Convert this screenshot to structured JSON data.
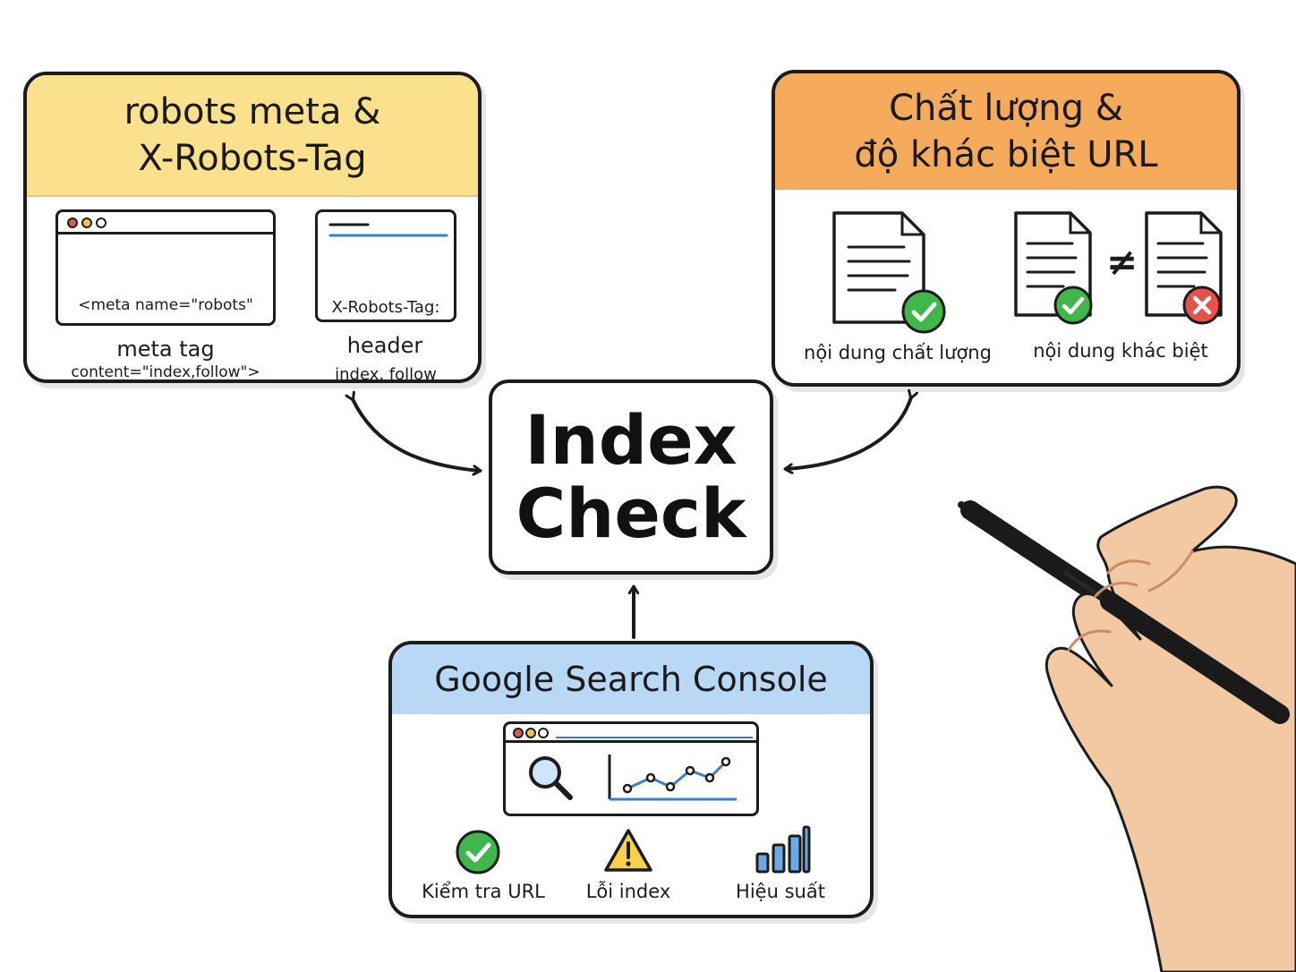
{
  "boxes": {
    "robots": {
      "title_line1": "robots meta &",
      "title_line2": "X-Robots-Tag",
      "meta_code_line1": "<meta name=\"robots\"",
      "meta_code_line2": "content=\"index,follow\">",
      "meta_caption": "meta tag",
      "header_code_line1": "X-Robots-Tag:",
      "header_code_line2": "index, follow",
      "header_caption": "header",
      "color": "#fbe08d"
    },
    "quality": {
      "title_line1": "Chất lượng &",
      "title_line2": "độ khác biệt URL",
      "caption_quality": "nội dung chất lượng",
      "caption_difference": "nội dung khác biệt",
      "neq_symbol": "≠",
      "color": "#f6ab5c"
    },
    "center": {
      "line1": "Index",
      "line2": "Check"
    },
    "gsc": {
      "title": "Google Search Console",
      "item1": "Kiểm tra URL",
      "item2": "Lỗi index",
      "item3": "Hiệu suất",
      "color": "#b9d8f6"
    }
  },
  "icons": {
    "check": "check-circle-icon",
    "error": "x-circle-icon",
    "warning": "warning-triangle-icon",
    "search": "magnifier-icon",
    "chart": "line-chart-icon",
    "bars": "bar-chart-icon",
    "document": "document-icon",
    "hand": "hand-holding-pen",
    "colors": {
      "green": "#3fb74b",
      "red": "#e8504a",
      "yellow": "#f7d14c",
      "blue": "#3b7fc4"
    }
  }
}
